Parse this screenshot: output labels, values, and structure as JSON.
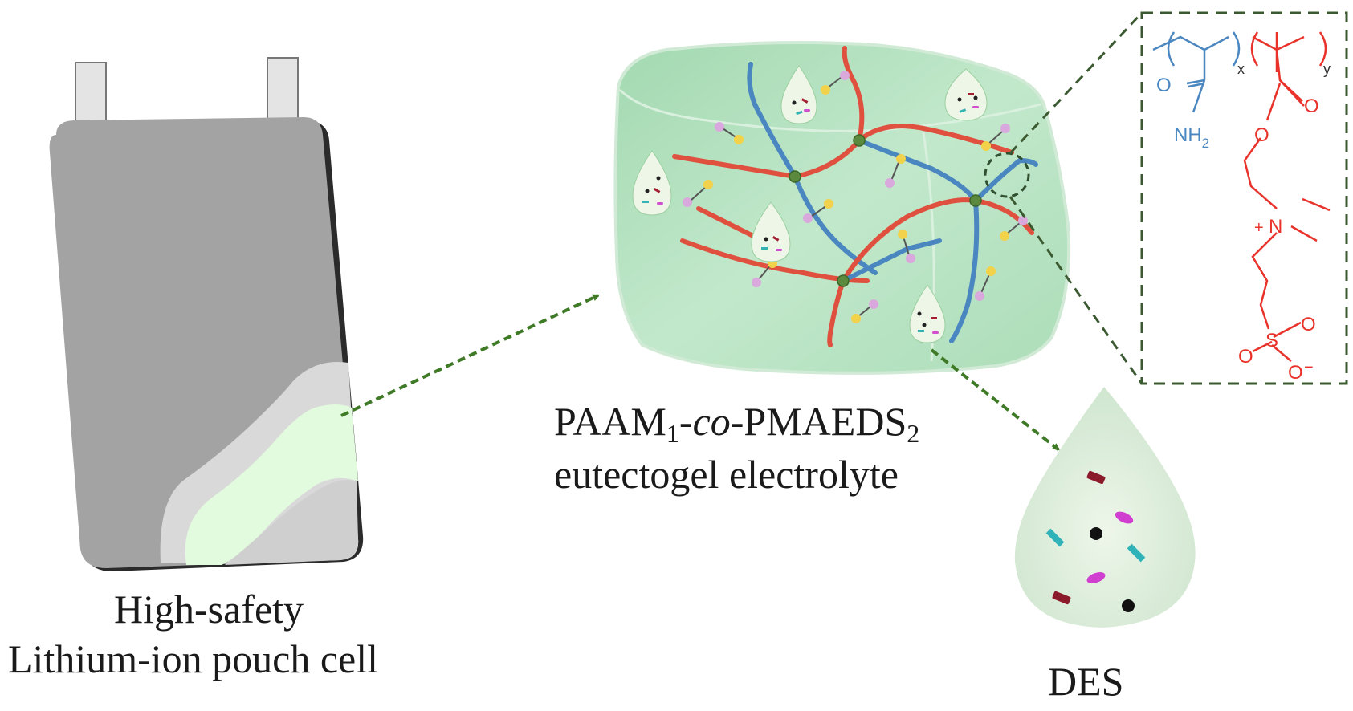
{
  "battery": {
    "caption_line1": "High-safety",
    "caption_line2": "Lithium-ion pouch cell"
  },
  "gel": {
    "caption_prefix": "PAAM",
    "caption_sub1": "1",
    "caption_dash1": "-",
    "caption_italic": "co",
    "caption_dash2": "-PMAEDS",
    "caption_sub2": "2",
    "caption_line2": "eutectogel electrolyte"
  },
  "des": {
    "label": "DES"
  },
  "structure": {
    "sub_x": "x",
    "sub_y": "y",
    "amide_o": "O",
    "amide_nh2_main": "NH",
    "amide_nh2_sub": "2",
    "ester_o1": "O",
    "ester_o2": "O",
    "n_plus": "+",
    "n_atom": "N",
    "sulfonate_s": "S",
    "sulfonate_o_top": "O",
    "sulfonate_o_left": "O",
    "sulfonate_o_bottom": "O",
    "sulfonate_minus": "−"
  },
  "colors": {
    "arrow": "#3f7a26",
    "gel_fill": "#b9e4c5",
    "battery_body": "#a3a3a3",
    "pam_blue": "#4a86c0",
    "zwitterion_red": "#e8322a",
    "crosslink_node": "#5b8a3e",
    "droplet_fill": "#e4f1df"
  }
}
